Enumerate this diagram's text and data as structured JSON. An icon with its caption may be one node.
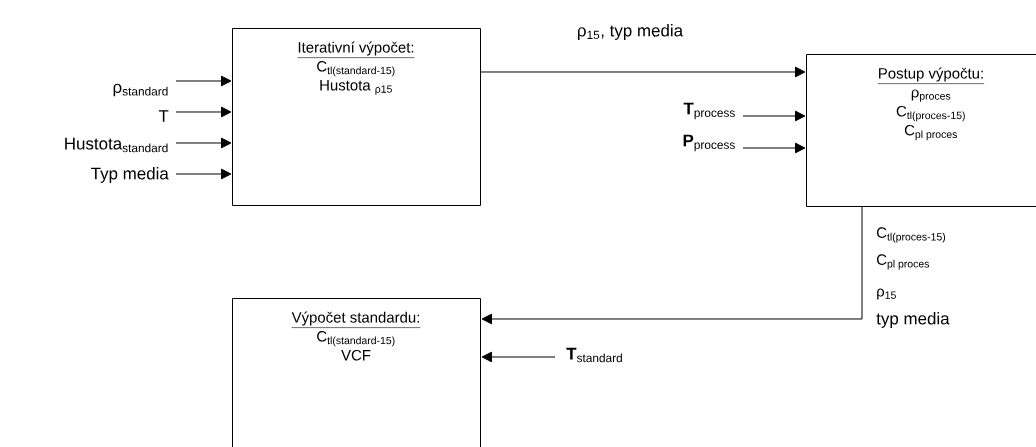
{
  "diagram": {
    "nodes": [
      {
        "text": [
          "Iterativní výpočet:",
          "\\text{C}_{\\text{tl(standard-15)}}",
          "Hustota $_{ρ15}$"
        ]
      },
      {
        "text": [
          "Postup výpočtu:",
          "ρ$_{proces}$",
          "\\text{C}_{\\text{tl(proces-15)}}",
          "\\text{C}_{\\text{pl proces}}"
        ]
      },
      {
        "text": [
          "Výpočet standardu:",
          "\\text{C}_{\\text{tl(standard-15)}}",
          "VCF"
        ]
      },
      {
        "text": [
          "ρ$_{standard}$"
        ]
      },
      {
        "text": [
          "T"
        ]
      },
      {
        "text": [
          "Hustota$_{standard}$"
        ]
      },
      {
        "text": [
          "Typ media"
        ]
      },
      {
        "text": [
          "**T**$_{process}$"
        ]
      },
      {
        "text": [
          "**P**$_{process}$"
        ]
      },
      {
        "text": [
          "**T**$_{standard}$"
        ]
      }
    ],
    "edges": [
      {
        "from": 3,
        "to": 0,
        "arrow": "to"
      },
      {
        "from": 4,
        "to": 0,
        "arrow": "to"
      },
      {
        "from": 5,
        "to": 0,
        "arrow": "to"
      },
      {
        "from": 6,
        "to": 0,
        "arrow": "to"
      },
      {
        "from": 0,
        "to": 1,
        "arrow": "to",
        "label": "ρ$_{15}$, typ media"
      },
      {
        "from": 7,
        "to": 1,
        "arrow": "to"
      },
      {
        "from": 8,
        "to": 1,
        "arrow": "to"
      },
      {
        "from": 1,
        "to": 2,
        "arrow": "to"
      },
      {
        "from": 9,
        "to": 2,
        "arrow": "to"
      }
    ],
    "labels": [
      "\\text{C}_{\\text{tl(proces-15)}}",
      "\\text{C}_{\\text{pl proces}}",
      "ρ$_{15}$",
      "typ media"
    ]
  }
}
